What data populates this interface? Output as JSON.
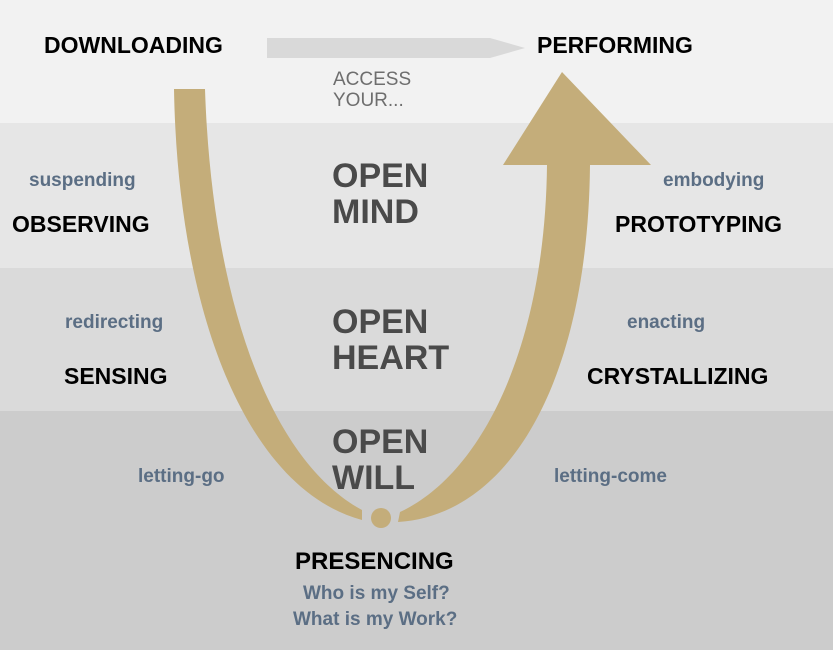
{
  "top": {
    "left": "DOWNLOADING",
    "right": "PERFORMING",
    "access": [
      "ACCESS",
      "YOUR..."
    ]
  },
  "levels": [
    {
      "left_verb": "suspending",
      "left_stage": "OBSERVING",
      "center": [
        "OPEN",
        "MIND"
      ],
      "right_verb": "embodying",
      "right_stage": "PROTOTYPING"
    },
    {
      "left_verb": "redirecting",
      "left_stage": "SENSING",
      "center": [
        "OPEN",
        "HEART"
      ],
      "right_verb": "enacting",
      "right_stage": "CRYSTALLIZING"
    },
    {
      "left_verb": "letting-go",
      "center": [
        "OPEN",
        "WILL"
      ],
      "right_verb": "letting-come"
    }
  ],
  "bottom": {
    "stage": "PRESENCING",
    "questions": [
      "Who is my Self?",
      "What is my Work?"
    ]
  },
  "colors": {
    "u_shape": "#c4ad7a",
    "band1": "#f2f2f2",
    "band2": "#e6e6e6",
    "band3": "#dadada",
    "band4": "#cccccc",
    "verb": "#5b6e84"
  }
}
